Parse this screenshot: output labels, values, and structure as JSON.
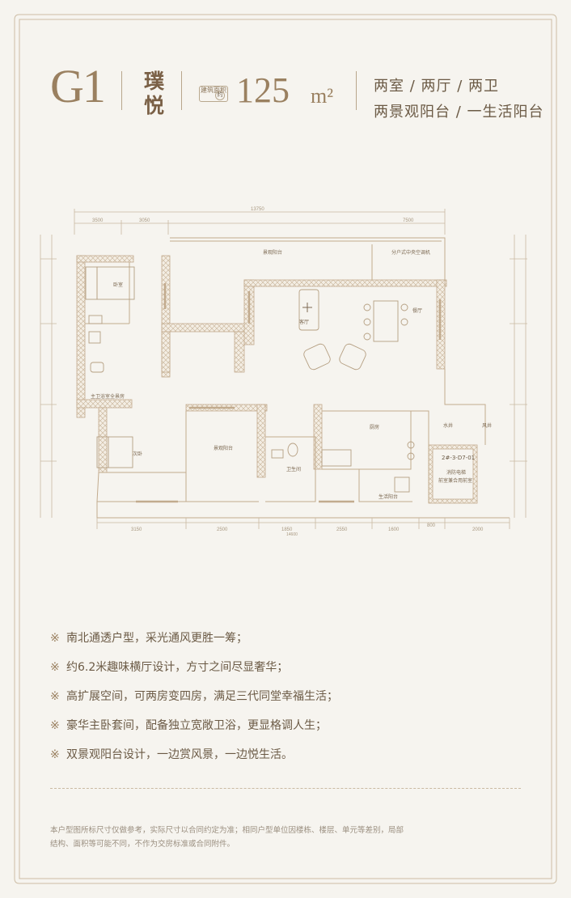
{
  "header": {
    "code": "G1",
    "name": "璞悦",
    "area_label": "建筑面积",
    "area_value": "125",
    "area_unit": "m²",
    "rooms": "两室 / 两厅 / 两卫",
    "balconies": "两景观阳台 / 一生活阳台"
  },
  "plan": {
    "dims_top": {
      "total": "13750",
      "left": "3500",
      "mid": "3050",
      "right": "7500"
    },
    "dims_bottom": [
      "3150",
      "2500",
      "1850",
      "2550",
      "1600",
      "800",
      "2000"
    ],
    "dims_bottom_sub": "14600",
    "rooms": {
      "master_bedroom": "卧室",
      "master_bath": "主卫浴室全景房",
      "second_bedroom": "次卧",
      "view_balcony_top": "景观阳台",
      "ac_platform": "分户式中央空调机",
      "living_room": "客厅",
      "dining_room": "餐厅",
      "view_balcony_bottom": "景观阳台",
      "bathroom": "卫生间",
      "kitchen": "厨房",
      "utility_balcony": "生活阳台",
      "water_well": "水井",
      "air_shaft": "风井",
      "stair_code": "2#-3-D7-01",
      "stair_note1": "消防电梯",
      "stair_note2": "前室兼合用前室"
    }
  },
  "features": [
    "南北通透户型，采光通风更胜一筹；",
    "约6.2米趣味横厅设计，方寸之间尽显奢华；",
    "高扩展空间，可两房变四房，满足三代同堂幸福生活；",
    "豪华主卧套间，配备独立宽敞卫浴，更显格调人生；",
    "双景观阳台设计，一边赏风景，一边悦生活。"
  ],
  "feature_mark": "※",
  "disclaimer": "本户型图所标尺寸仅做参考，实际尺寸以合同约定为准；相同户型单位因楼栋、楼层、单元等差别，局部结构、面积等可能不同，不作为交房标准或合同附件。",
  "colors": {
    "accent": "#9a8060",
    "wall": "#c9b49a",
    "background": "#f6f4ef"
  }
}
